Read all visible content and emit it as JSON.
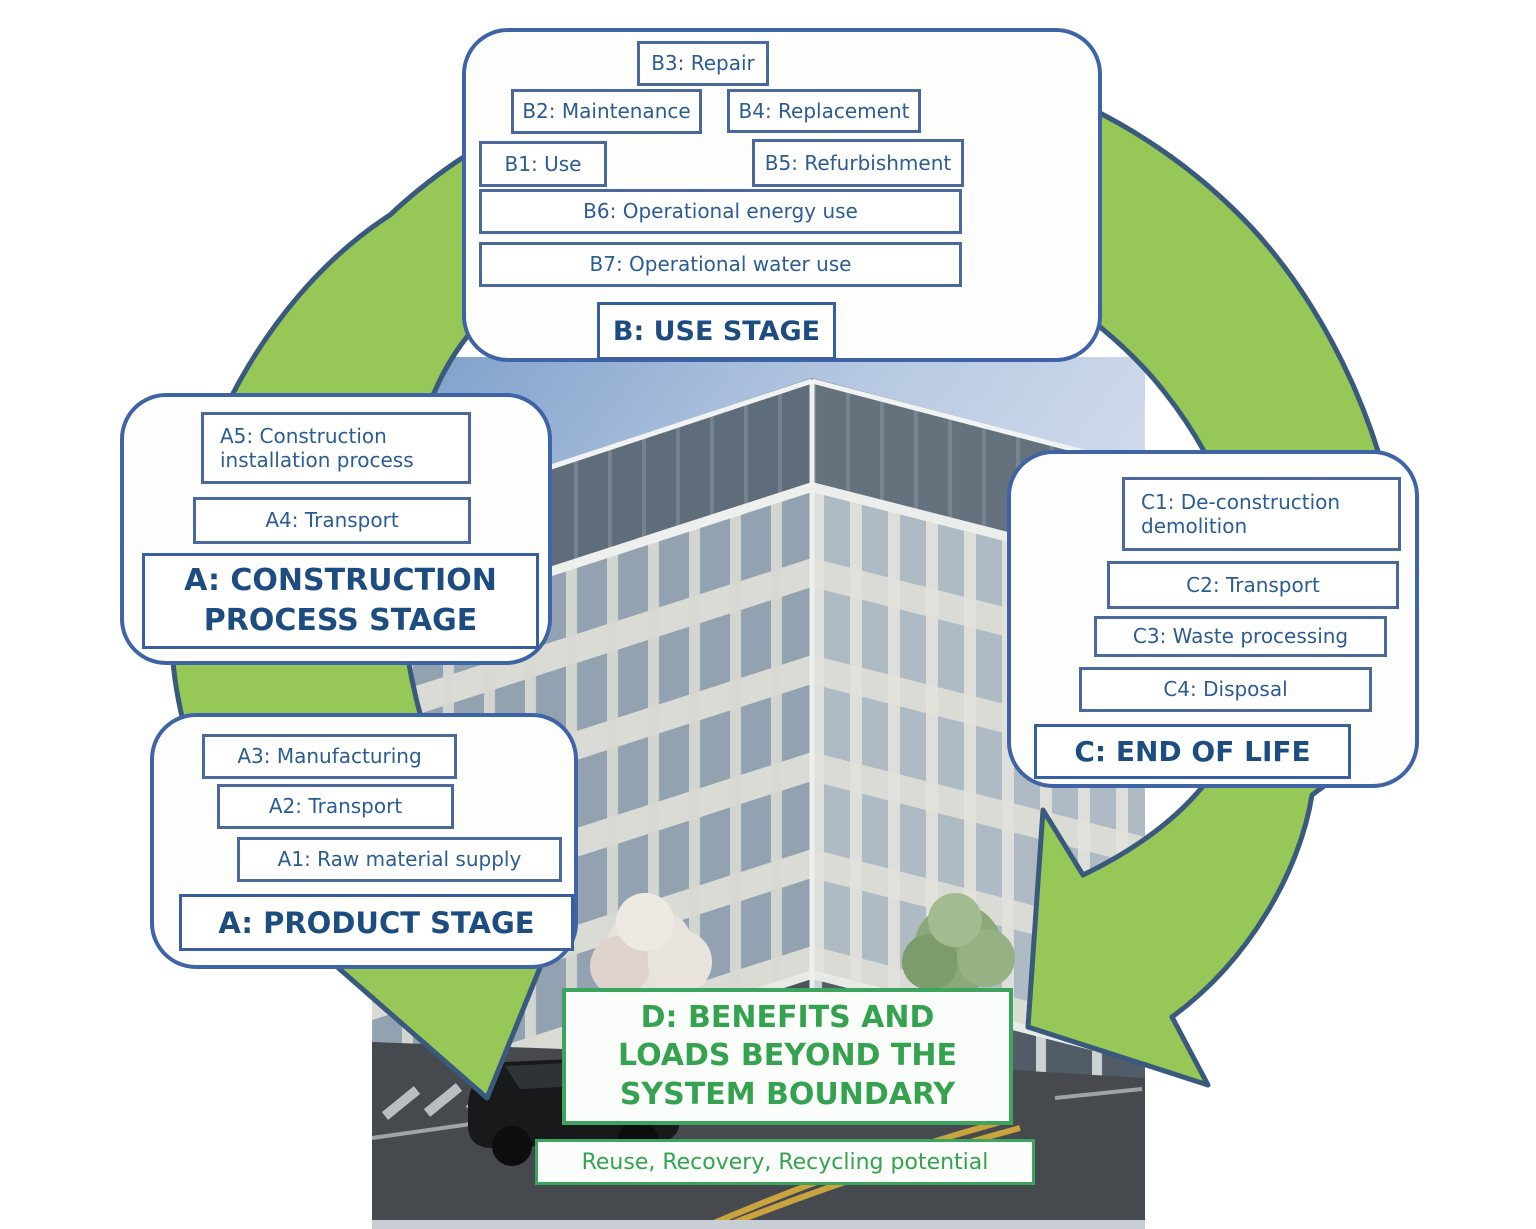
{
  "colors": {
    "arrow_green": "#97c857",
    "arrow_outline": "#3a5a7d",
    "panel_border_blue": "#3f64a6",
    "box_border_blue": "#4a689c",
    "box_text_blue": "#2b5c92",
    "title_text_blue": "#1d4d80",
    "benefits_green_text": "#35a24f",
    "benefits_green_border": "#3ca45c"
  },
  "panels": {
    "use_stage": {
      "title": "B: USE STAGE",
      "boxes": {
        "b3": "B3: Repair",
        "b2": "B2: Maintenance",
        "b4": "B4: Replacement",
        "b1": "B1: Use",
        "b5": "B5: Refurbishment",
        "b6": "B6: Operational energy use",
        "b7": "B7: Operational water use"
      }
    },
    "construction_stage": {
      "title_line1": "A: CONSTRUCTION",
      "title_line2": "PROCESS STAGE",
      "boxes": {
        "a5_line1": "A5: Construction",
        "a5_line2": "installation process",
        "a4": "A4: Transport"
      }
    },
    "product_stage": {
      "title": "A: PRODUCT STAGE",
      "boxes": {
        "a3": "A3: Manufacturing",
        "a2": "A2: Transport",
        "a1": "A1: Raw material supply"
      }
    },
    "end_of_life": {
      "title": "C: END OF LIFE",
      "boxes": {
        "c1_line1": "C1: De-construction",
        "c1_line2": "demolition",
        "c2": "C2: Transport",
        "c3": "C3: Waste processing",
        "c4": "C4: Disposal"
      }
    },
    "benefits": {
      "title_line1": "D: BENEFITS AND",
      "title_line2": "LOADS BEYOND THE",
      "title_line3": "SYSTEM BOUNDARY",
      "subtitle": "Reuse, Recovery, Recycling potential"
    }
  }
}
